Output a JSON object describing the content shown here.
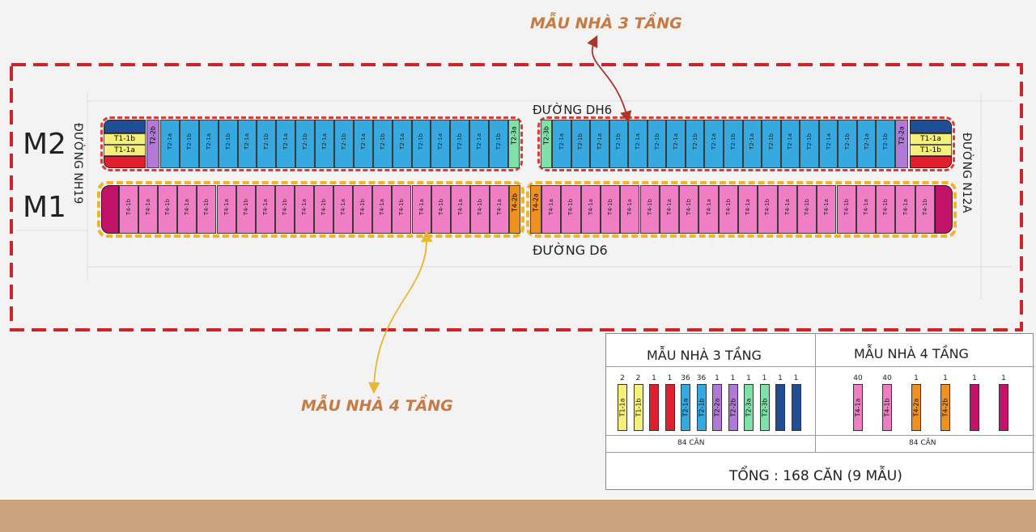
{
  "callouts": {
    "top": "MẪU NHÀ 3 TẦNG",
    "bottom": "MẪU NHÀ 4 TẦNG"
  },
  "rows": {
    "m2": "M2",
    "m1": "M1"
  },
  "roads": {
    "dh6": "ĐƯỜNG DH6",
    "d6": "ĐƯỜNG D6",
    "nh19": "ĐƯỜNG NH19",
    "n12a": "ĐƯỜNG N12A"
  },
  "plots": {
    "m2_left_end_top": "T1-1b",
    "m2_left_end_bottom": "T1-1a",
    "m2_left_first": "T2-2b",
    "m2_left_last": "T2-3a",
    "m2_right_first": "T2-3b",
    "m2_right_last": "T2-2a",
    "m2_right_end_top": "T1-1a",
    "m2_right_end_bottom": "T1-1b",
    "m2_cell_a": "T2-1a",
    "m2_cell_b": "T2-1b",
    "m1_cell_a": "T4-1a",
    "m1_cell_b": "T4-1b",
    "m1_left_last": "T4-2b",
    "m1_right_first": "T4-2a"
  },
  "legend": {
    "three_floor_title": "MẪU NHÀ 3 TẦNG",
    "four_floor_title": "MẪU NHÀ 4 TẦNG",
    "three_floor_total": "84 CĂN",
    "four_floor_total": "84 CĂN",
    "grand_total": "TỔNG : 168 CĂN (9 MẪU)",
    "three_floor_types": [
      {
        "code": "T1-1a",
        "count": "2",
        "color": "#f5f07a"
      },
      {
        "code": "T1-1b",
        "count": "2",
        "color": "#f5f07a"
      },
      {
        "code": "",
        "count": "1",
        "color": "#e0202e"
      },
      {
        "code": "",
        "count": "1",
        "color": "#e0202e"
      },
      {
        "code": "T2-1a",
        "count": "36",
        "color": "#36a9e1"
      },
      {
        "code": "T2-1b",
        "count": "36",
        "color": "#36a9e1"
      },
      {
        "code": "T2-2a",
        "count": "1",
        "color": "#b07ad6"
      },
      {
        "code": "T2-2b",
        "count": "1",
        "color": "#b07ad6"
      },
      {
        "code": "T2-3a",
        "count": "1",
        "color": "#7fe0a8"
      },
      {
        "code": "T2-3b",
        "count": "1",
        "color": "#7fe0a8"
      },
      {
        "code": "",
        "count": "1",
        "color": "#1e4f96"
      },
      {
        "code": "",
        "count": "1",
        "color": "#1e4f96"
      }
    ],
    "four_floor_types": [
      {
        "code": "T4-1a",
        "count": "40",
        "color": "#f07ec4"
      },
      {
        "code": "T4-1b",
        "count": "40",
        "color": "#f07ec4"
      },
      {
        "code": "T4-2a",
        "count": "1",
        "color": "#f0901e"
      },
      {
        "code": "T4-2b",
        "count": "1",
        "color": "#f0901e"
      },
      {
        "code": "",
        "count": "1",
        "color": "#c3126a"
      },
      {
        "code": "",
        "count": "1",
        "color": "#c3126a"
      }
    ]
  },
  "colors": {
    "boundary": "#d0242d",
    "m2_block": "#36a9e1",
    "m1_block": "#f07ec4",
    "callout": "#c77a43",
    "arrow_top": "#b0322d",
    "arrow_bottom": "#e8b830"
  }
}
